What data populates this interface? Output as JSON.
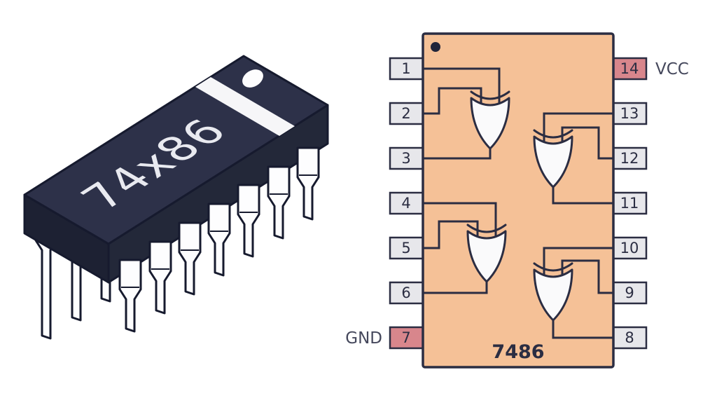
{
  "figure": {
    "description": "74x86 quad 2-input XOR gate IC package and pinout diagram"
  },
  "chip_3d": {
    "label": "74x86",
    "colors": {
      "body_top": "#2d3149",
      "body_front": "#232839",
      "body_left": "#1d2133",
      "outline": "#161a2e",
      "pin": "#fdfdfe",
      "label_text": "#e9eaf0",
      "stripe": "#f6f6f8"
    }
  },
  "pinout": {
    "title": "7486",
    "colors": {
      "ic_body": "#f5c197",
      "outline": "#2b2d42",
      "pin_fill": "#e7e7eb",
      "special_pin_fill": "#d8868c",
      "wire": "#2b2d42",
      "gate_fill": "#fafafb",
      "indicator_dot": "#20243a"
    },
    "left_pins": [
      {
        "number": "1"
      },
      {
        "number": "2"
      },
      {
        "number": "3"
      },
      {
        "number": "4"
      },
      {
        "number": "5"
      },
      {
        "number": "6"
      },
      {
        "number": "7",
        "label": "GND",
        "special": true
      }
    ],
    "right_pins": [
      {
        "number": "14",
        "label": "VCC",
        "special": true
      },
      {
        "number": "13"
      },
      {
        "number": "12"
      },
      {
        "number": "11"
      },
      {
        "number": "10"
      },
      {
        "number": "9"
      },
      {
        "number": "8"
      }
    ],
    "gates": [
      {
        "gate": "1",
        "type": "XOR",
        "input_pins": [
          "1",
          "2"
        ],
        "output_pin": "3"
      },
      {
        "gate": "2",
        "type": "XOR",
        "input_pins": [
          "4",
          "5"
        ],
        "output_pin": "6"
      },
      {
        "gate": "3",
        "type": "XOR",
        "input_pins": [
          "13",
          "12"
        ],
        "output_pin": "11"
      },
      {
        "gate": "4",
        "type": "XOR",
        "input_pins": [
          "10",
          "9"
        ],
        "output_pin": "8"
      }
    ]
  }
}
